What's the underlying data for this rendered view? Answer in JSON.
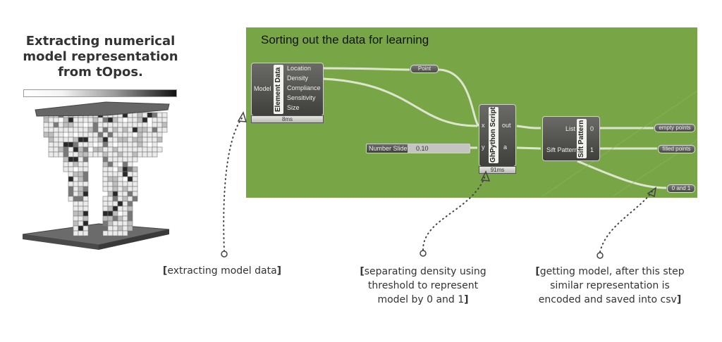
{
  "left_panel": {
    "title_lines": [
      "Extracting numerical",
      "model representation",
      "from tOpos."
    ]
  },
  "canvas": {
    "title": "Sorting out the data for learning",
    "background": "#78a646",
    "element_data": {
      "name": "Element Data",
      "input": "Model",
      "outputs": [
        "Location",
        "Density",
        "Compliance",
        "Sensitivity",
        "Size"
      ],
      "timer": "8ms"
    },
    "point": {
      "label": "Point"
    },
    "slider": {
      "name": "Number Slider",
      "value": "0.10"
    },
    "ghpython": {
      "name": "GhPython Script",
      "inputs": [
        "x",
        "y"
      ],
      "outputs": [
        "out",
        "a"
      ],
      "timer": "91ms"
    },
    "sift": {
      "name": "Sift Pattern",
      "inputs": [
        "List",
        "Sift Pattern"
      ],
      "outputs": [
        "0",
        "1"
      ]
    },
    "panels": [
      "empty points",
      "filled points",
      "0 and 1"
    ]
  },
  "captions": [
    {
      "lines": [
        "extracting model data"
      ]
    },
    {
      "lines": [
        "separating density using",
        "threshold to represent",
        "model by 0 and 1"
      ]
    },
    {
      "lines": [
        "getting model, after this step",
        "similar representation is",
        "encoded and saved into csv"
      ]
    }
  ]
}
